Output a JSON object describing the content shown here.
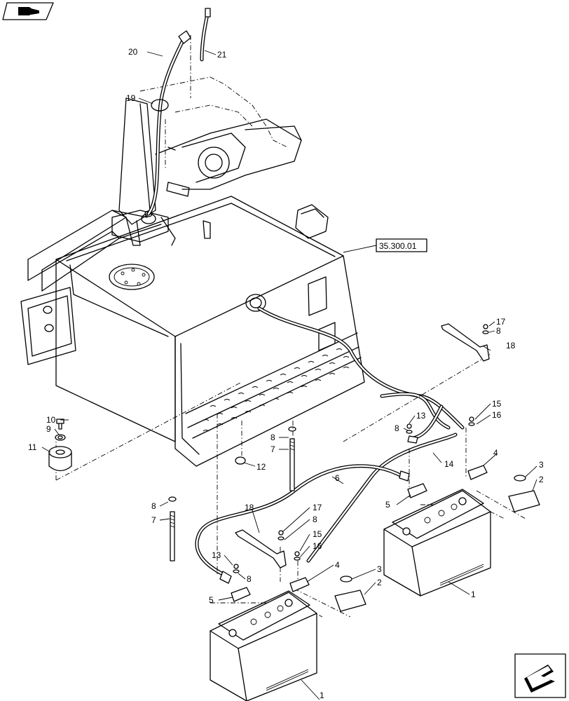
{
  "reference_box": {
    "label": "35.300.01"
  },
  "callouts": {
    "c1a": "1",
    "c1b": "1",
    "c2a": "2",
    "c2b": "2",
    "c3a": "3",
    "c3b": "3",
    "c4a": "4",
    "c4b": "4",
    "c5a": "5",
    "c5b": "5",
    "c6": "6",
    "c7a": "7",
    "c7b": "7",
    "c8a": "8",
    "c8b": "8",
    "c8c": "8",
    "c8d": "8",
    "c8e": "8",
    "c8f": "8",
    "c9": "9",
    "c10": "10",
    "c11": "11",
    "c12": "12",
    "c13a": "13",
    "c13b": "13",
    "c14": "14",
    "c15a": "15",
    "c15b": "15",
    "c16a": "16",
    "c16b": "16",
    "c17a": "17",
    "c17b": "17",
    "c18a": "18",
    "c18b": "18",
    "c19": "19",
    "c20": "20",
    "c21": "21"
  },
  "icons": {
    "top_left": "book-icon",
    "bottom_right": "next-page-arrow-icon"
  }
}
